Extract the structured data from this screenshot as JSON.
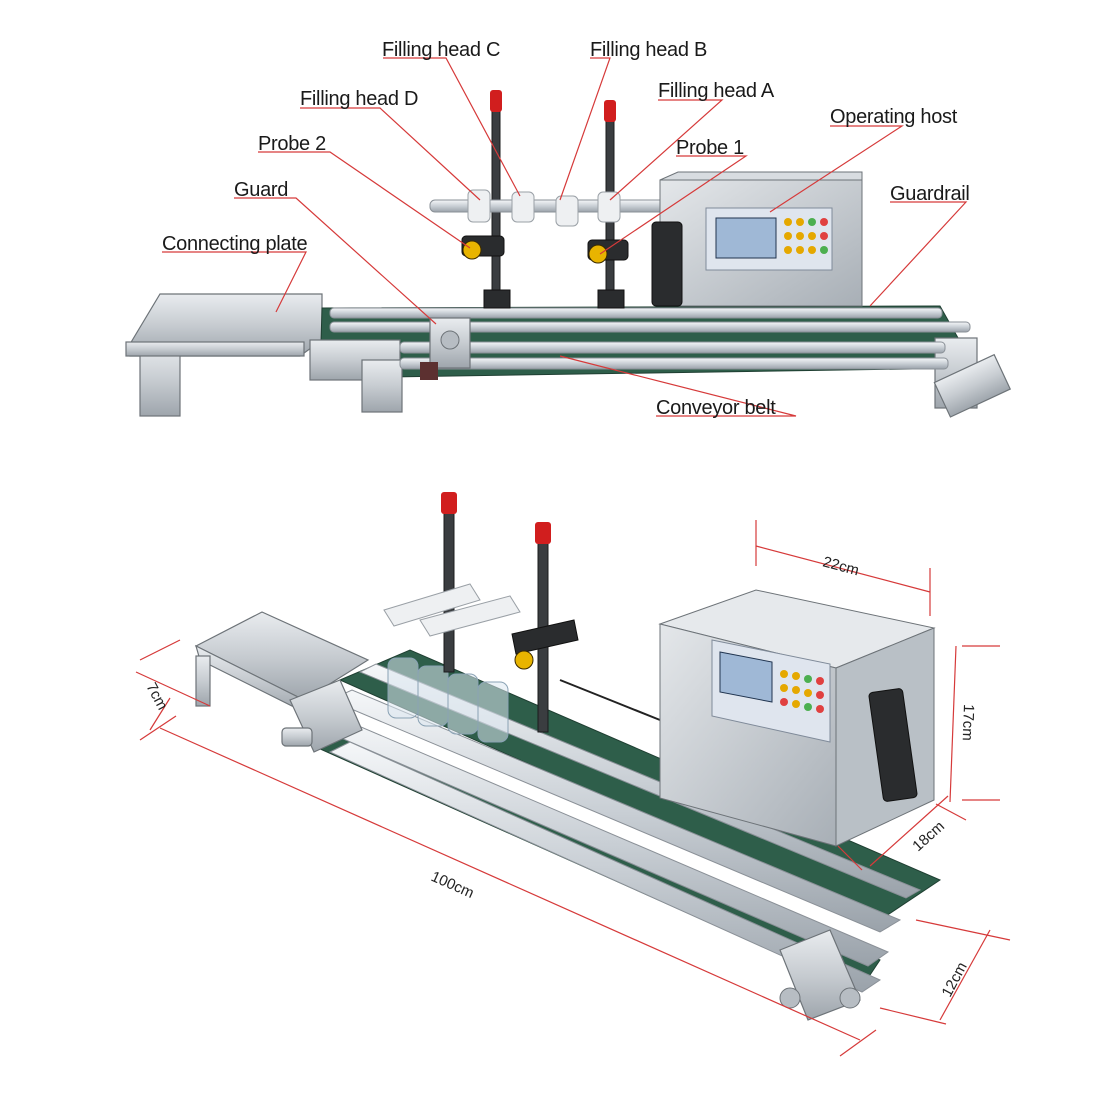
{
  "callouts": {
    "filling_head_c": "Filling head C",
    "filling_head_b": "Filling head B",
    "filling_head_a": "Filling head A",
    "filling_head_d": "Filling head D",
    "operating_host": "Operating host",
    "probe_2": "Probe 2",
    "probe_1": "Probe 1",
    "guard": "Guard",
    "guardrail": "Guardrail",
    "connecting_plate": "Connecting plate",
    "conveyor_belt": "Conveyor belt"
  },
  "dimensions": {
    "host_width": "22cm",
    "plate_height": "7cm",
    "host_height": "17cm",
    "host_depth": "18cm",
    "total_length": "100cm",
    "belt_width": "12cm"
  },
  "colors": {
    "leader": "#d63a3a",
    "belt": "#2e5e4a",
    "cap": "#d11e1e",
    "control_panel": "#1d5bb8"
  }
}
